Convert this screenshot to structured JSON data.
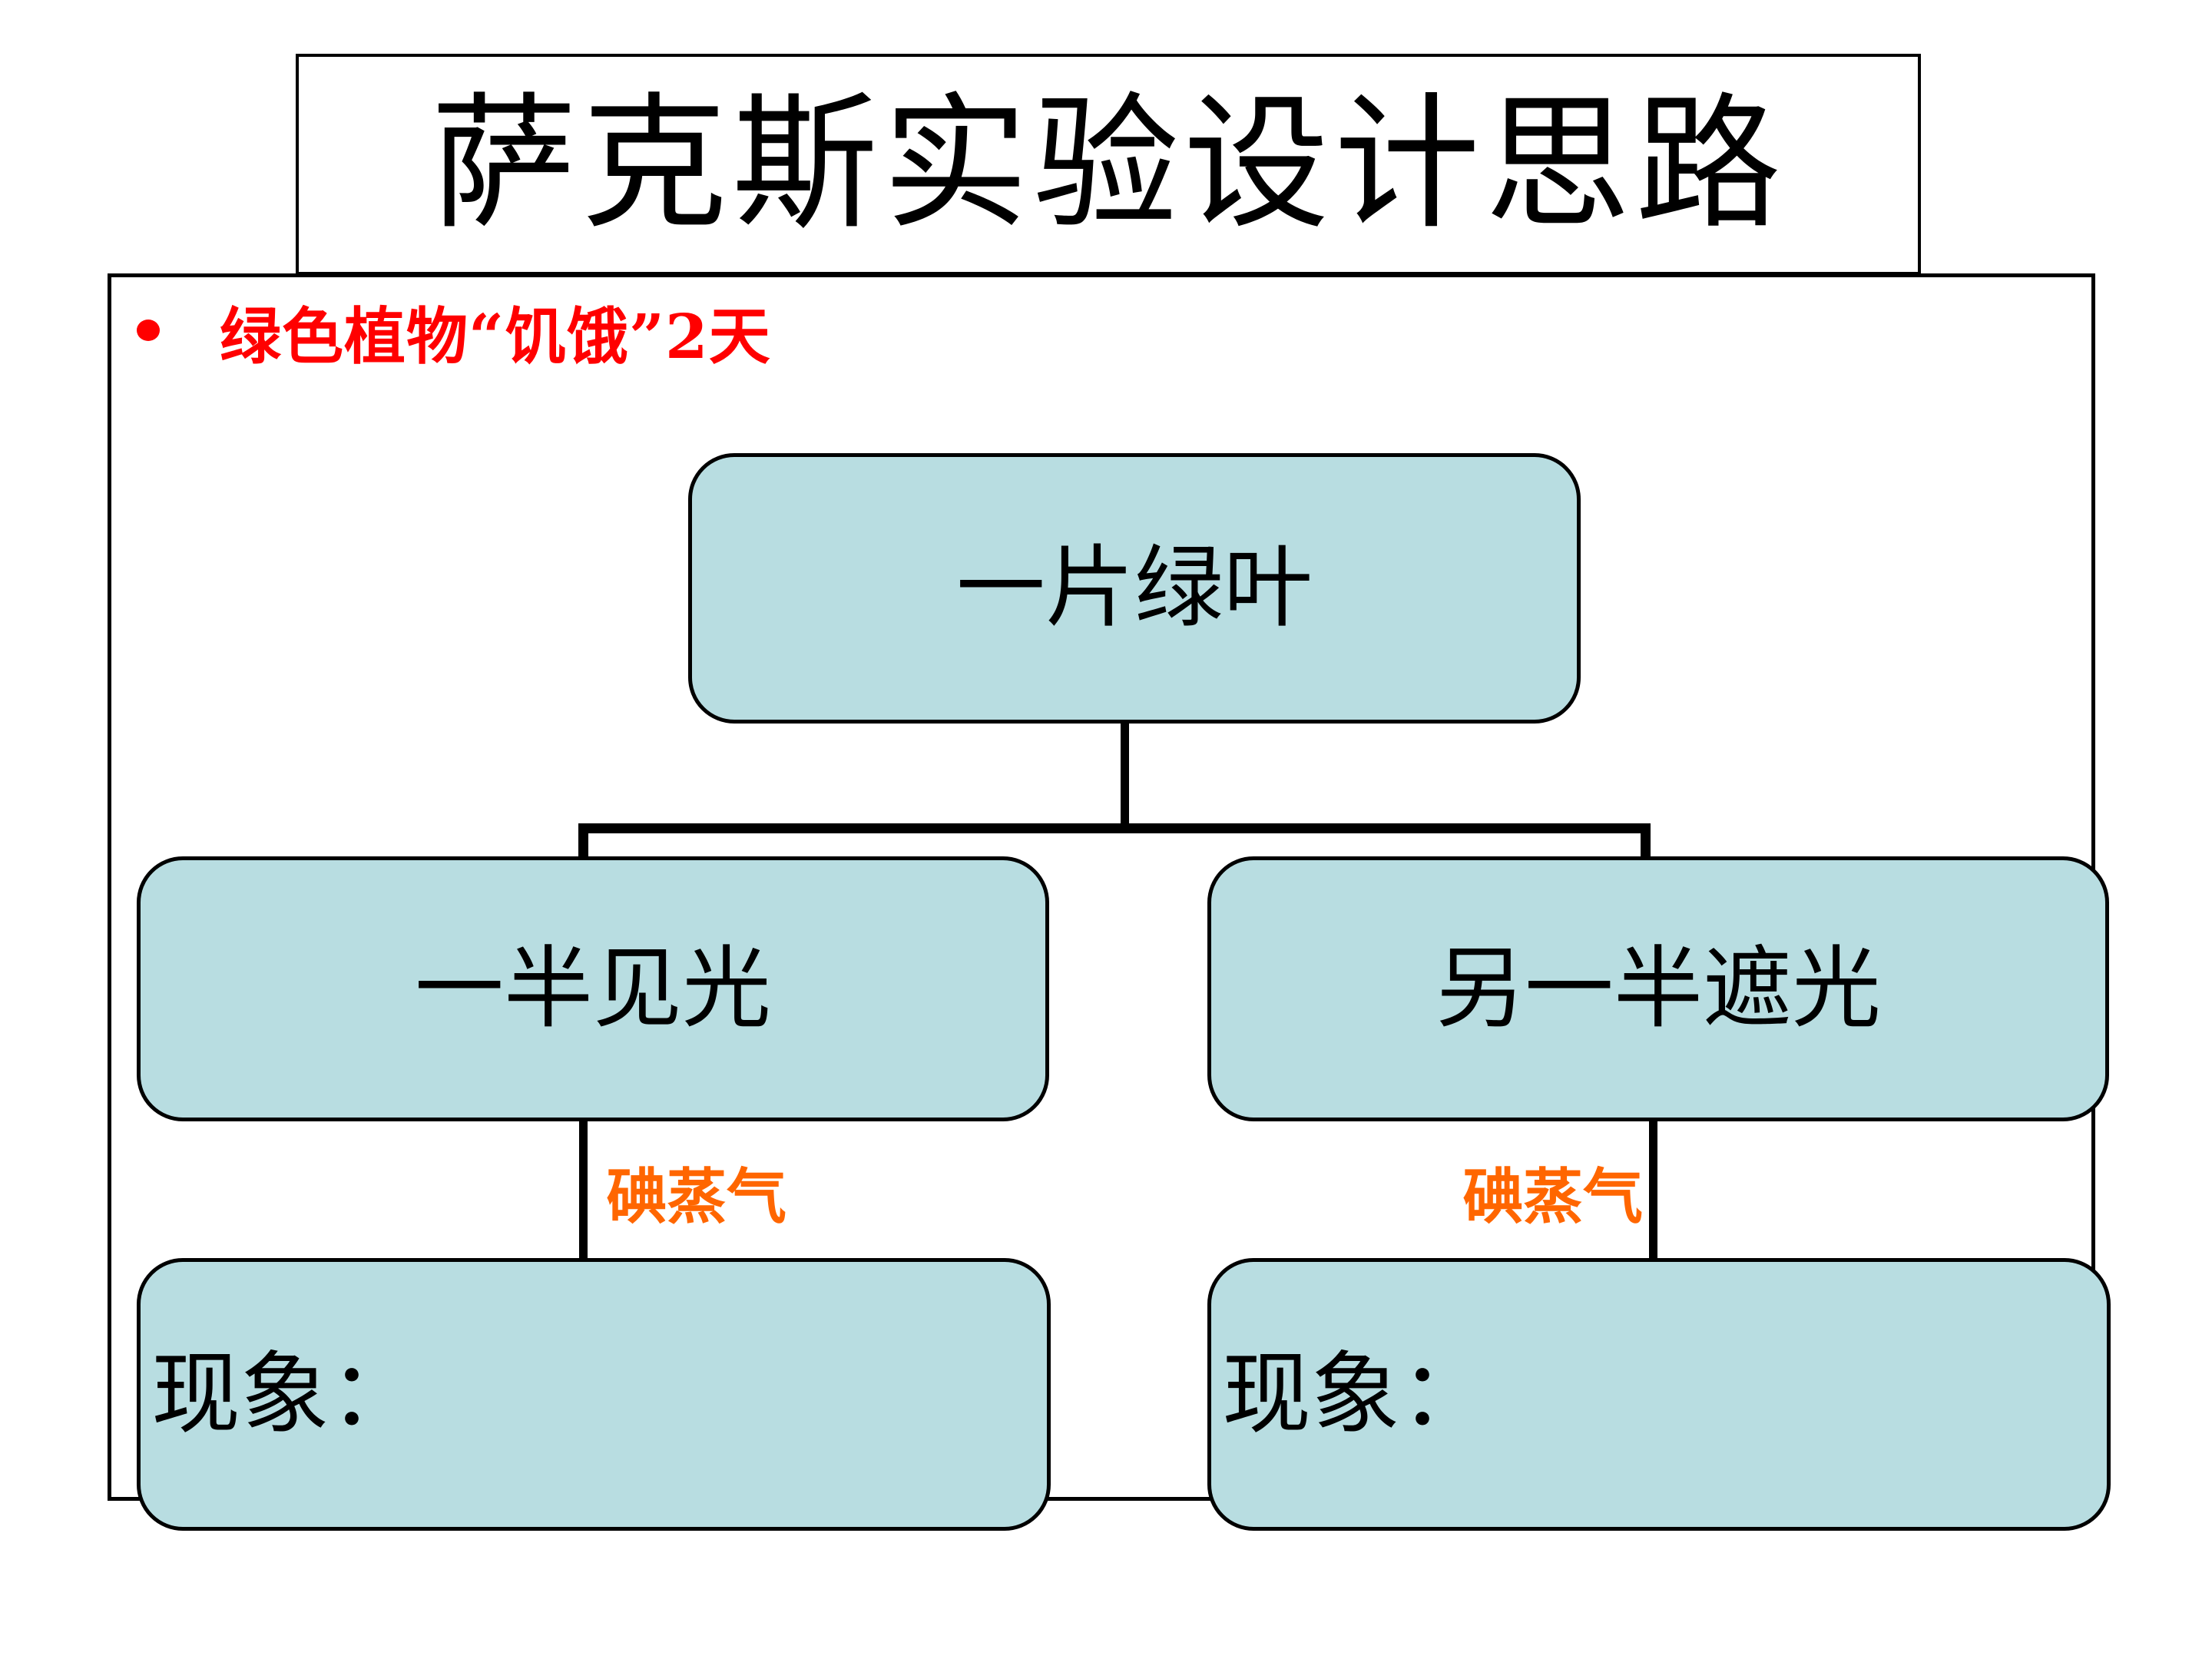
{
  "slide": {
    "title": "萨克斯实验设计思路",
    "bullet": "绿色植物“饥饿”2天"
  },
  "flowchart": {
    "root_label": "一片绿叶",
    "left_branch_label": "一半见光",
    "right_branch_label": "另一半遮光",
    "left_connector_label": "碘蒸气",
    "right_connector_label": "碘蒸气",
    "left_result_label": "现象：",
    "right_result_label": "现象："
  },
  "colors": {
    "node_fill": "#b8dde1",
    "node_border": "#000000",
    "line": "#000000",
    "bullet_red": "#ff0000",
    "iodine_orange": "#ff6600"
  }
}
